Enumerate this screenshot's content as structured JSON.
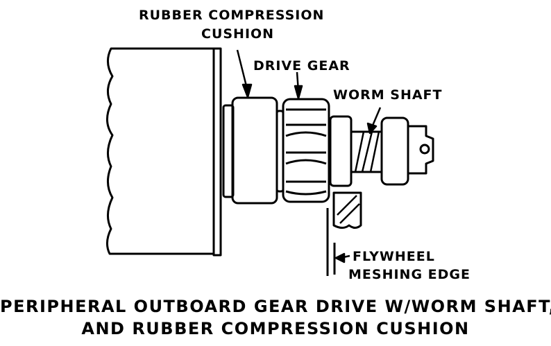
{
  "labels": {
    "rubber_line1": "RUBBER COMPRESSION",
    "rubber_line2": "CUSHION",
    "drive_gear": "DRIVE GEAR",
    "worm_shaft": "WORM SHAFT",
    "flywheel_line1": "FLYWHEEL",
    "flywheel_line2": "MESHING EDGE"
  },
  "caption": {
    "line1": "PERIPHERAL OUTBOARD GEAR DRIVE W/WORM SHAFT,",
    "line2": "AND RUBBER COMPRESSION CUSHION"
  }
}
